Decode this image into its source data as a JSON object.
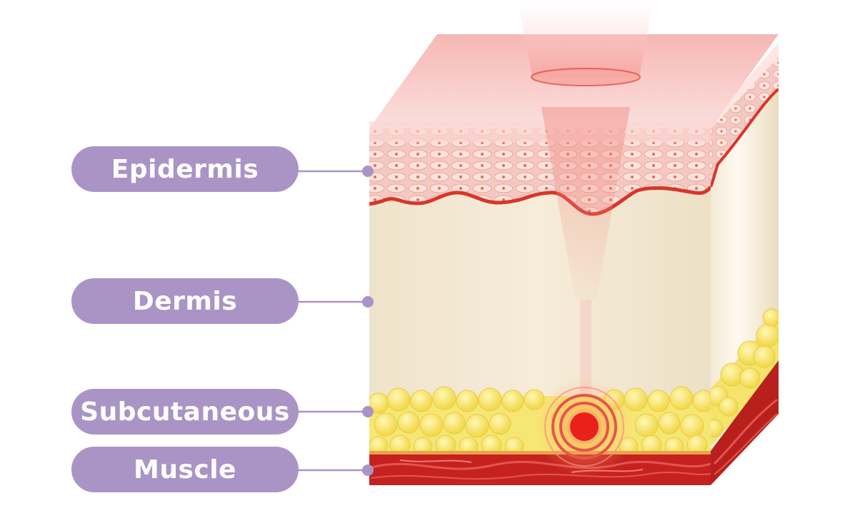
{
  "layers": [
    {
      "label": "Epidermis"
    },
    {
      "label": "Dermis"
    },
    {
      "label": "Subcutaneous"
    },
    {
      "label": "Muscle"
    }
  ],
  "colors": {
    "label_fill": "#aa94c6",
    "connector": "#aa94c6",
    "epidermis": "#f4c5c0",
    "epidermis_border": "#d9352a",
    "dermis": "#f1e6d0",
    "fat": "#f5e36a",
    "muscle": "#c5221f",
    "laser": "#f28b86",
    "focus": "#e8221b"
  }
}
